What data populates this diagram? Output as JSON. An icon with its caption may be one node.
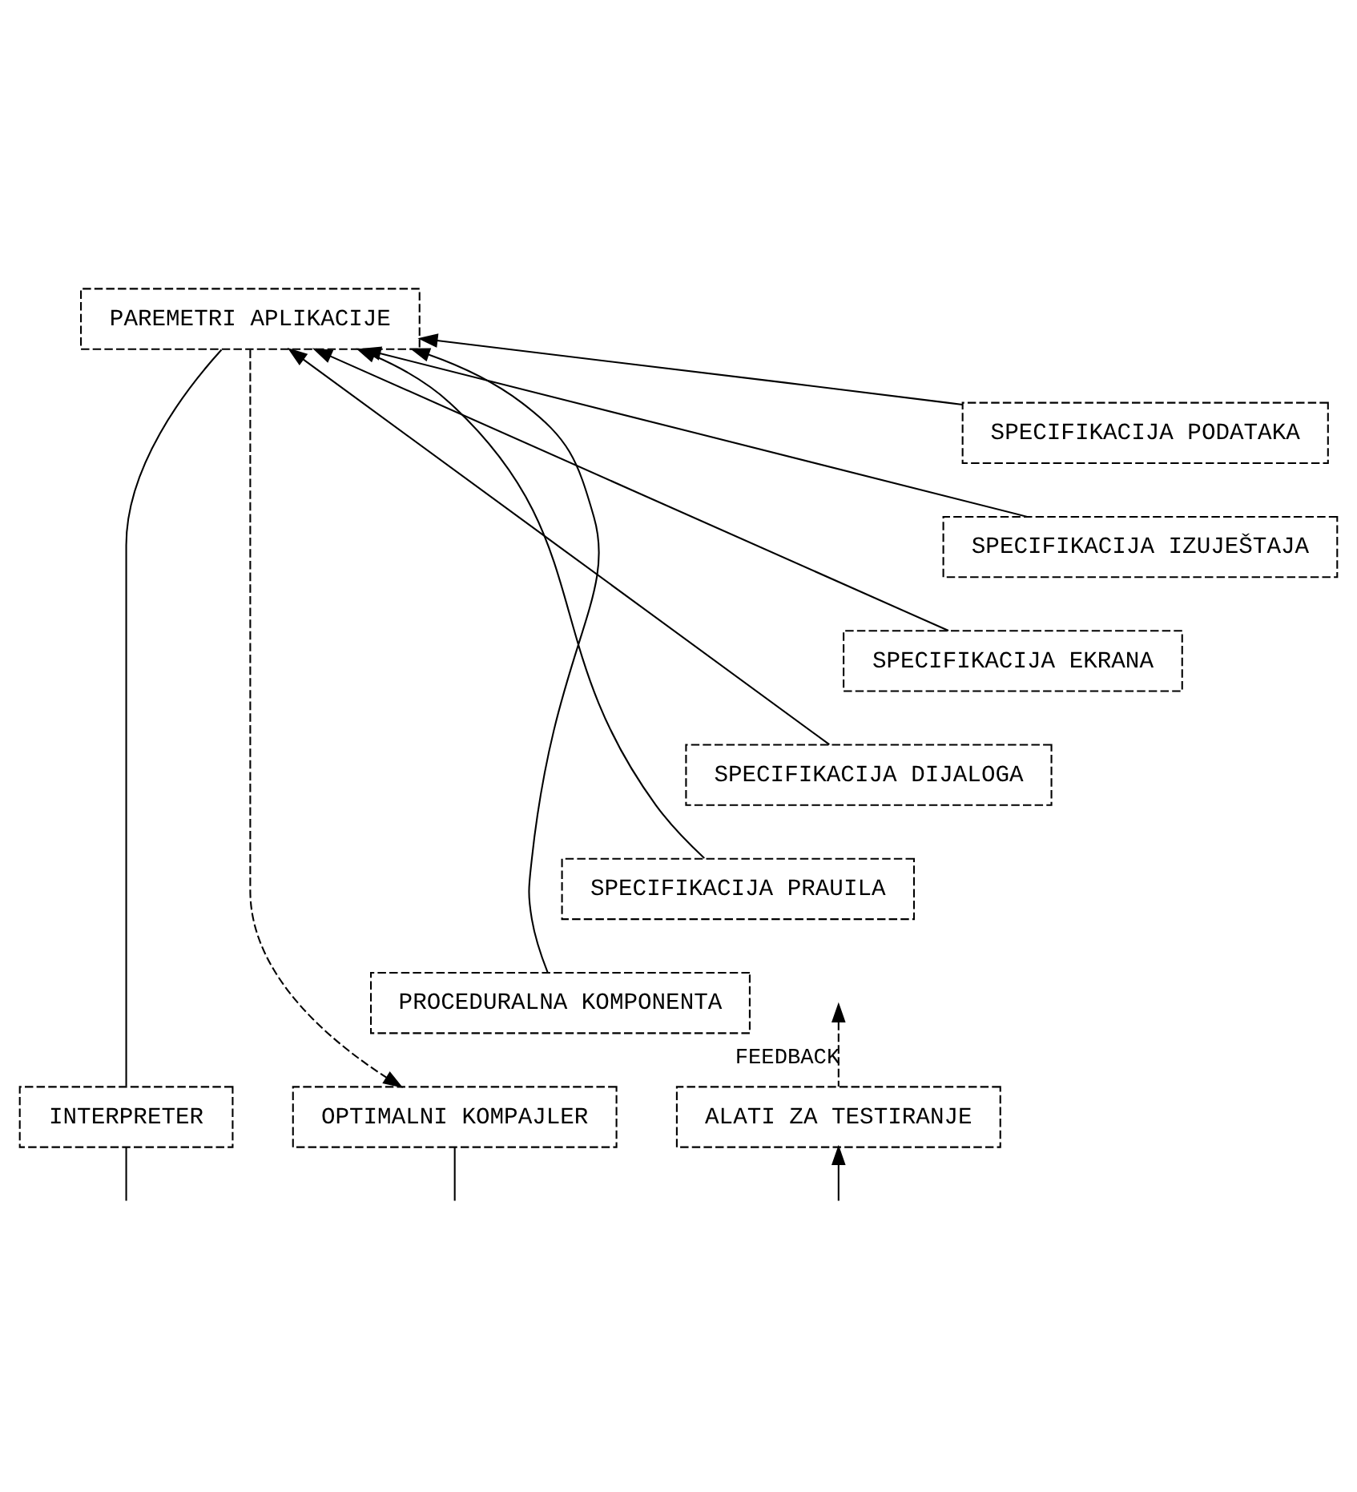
{
  "diagram": {
    "nodes": [
      {
        "text": [
          "PAREMETRI APLIKACIJE"
        ]
      },
      {
        "text": [
          "SPECIFIKACIJA PODATAKA"
        ]
      },
      {
        "text": [
          "SPECIFIKACIJA IZUJEŠTAJA"
        ]
      },
      {
        "text": [
          "SPECIFIKACIJA EKRANA"
        ]
      },
      {
        "text": [
          "SPECIFIKACIJA DIJALOGA"
        ]
      },
      {
        "text": [
          "SPECIFIKACIJA PRAUILA"
        ]
      },
      {
        "text": [
          "PROCEDURALNA KOMPONENTA"
        ]
      },
      {
        "text": [
          "INTERPRETER"
        ]
      },
      {
        "text": [
          "OPTIMALNI KOMPAJLER"
        ]
      },
      {
        "text": [
          "ALATI ZA TESTIRANJE"
        ]
      }
    ],
    "edges": [
      {
        "from": 0,
        "to": 7,
        "arrow": "none"
      },
      {
        "from": 1,
        "to": 0,
        "arrow": "to"
      },
      {
        "from": 2,
        "to": 0,
        "arrow": "to"
      },
      {
        "from": 3,
        "to": 0,
        "arrow": "to"
      },
      {
        "from": 4,
        "to": 0,
        "arrow": "to"
      },
      {
        "from": 5,
        "to": 0,
        "arrow": "to"
      },
      {
        "from": 6,
        "to": 0,
        "arrow": "to"
      },
      {
        "from": 0,
        "to": 8,
        "arrow": "to",
        "style": "dashed"
      },
      {
        "from": 9,
        "to": null,
        "arrow": "to",
        "style": "dashed",
        "label": "FEEDBACK"
      },
      {
        "from": 7,
        "to": null,
        "arrow": "none"
      },
      {
        "from": 8,
        "to": null,
        "arrow": "none"
      },
      {
        "from": null,
        "to": 9,
        "arrow": "to"
      }
    ]
  }
}
